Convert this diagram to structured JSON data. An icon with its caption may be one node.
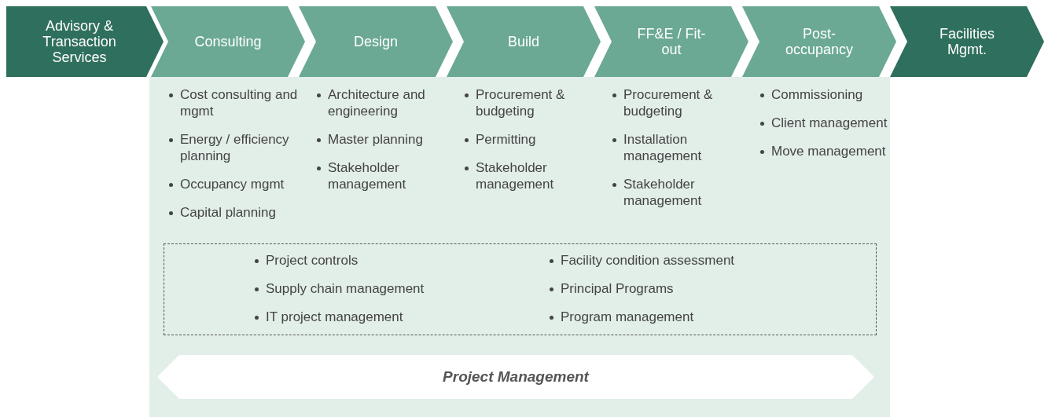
{
  "diagram": {
    "nodes": [
      {
        "text": [
          "Advisory & Transaction Services"
        ]
      },
      {
        "text": [
          "Consulting"
        ],
        "beside": [
          "Cost consulting and mgmt",
          "Energy / efficiency planning",
          "Occupancy mgmt",
          "Capital planning"
        ]
      },
      {
        "text": [
          "Design"
        ],
        "beside": [
          "Architecture and engineering",
          "Master planning",
          "Stakeholder management"
        ]
      },
      {
        "text": [
          "Build"
        ],
        "beside": [
          "Procurement & budgeting",
          "Permitting",
          "Stakeholder management"
        ]
      },
      {
        "text": [
          "FF&E / Fit-out"
        ],
        "beside": [
          "Procurement & budgeting",
          "Installation management",
          "Stakeholder management"
        ]
      },
      {
        "text": [
          "Post-occupancy"
        ],
        "beside": [
          "Commissioning",
          "Client management",
          "Move management"
        ]
      },
      {
        "text": [
          "Facilities Mgmt."
        ]
      },
      {
        "text": [],
        "shape": "box"
      },
      {
        "text": [
          "Project controls",
          "Supply chain management",
          "IT project management",
          "Facility condition assessment",
          "Principal Programs",
          "Program management"
        ],
        "in": 7
      },
      {
        "text": [
          "Project Management"
        ],
        "in": 7
      }
    ],
    "edges": []
  }
}
